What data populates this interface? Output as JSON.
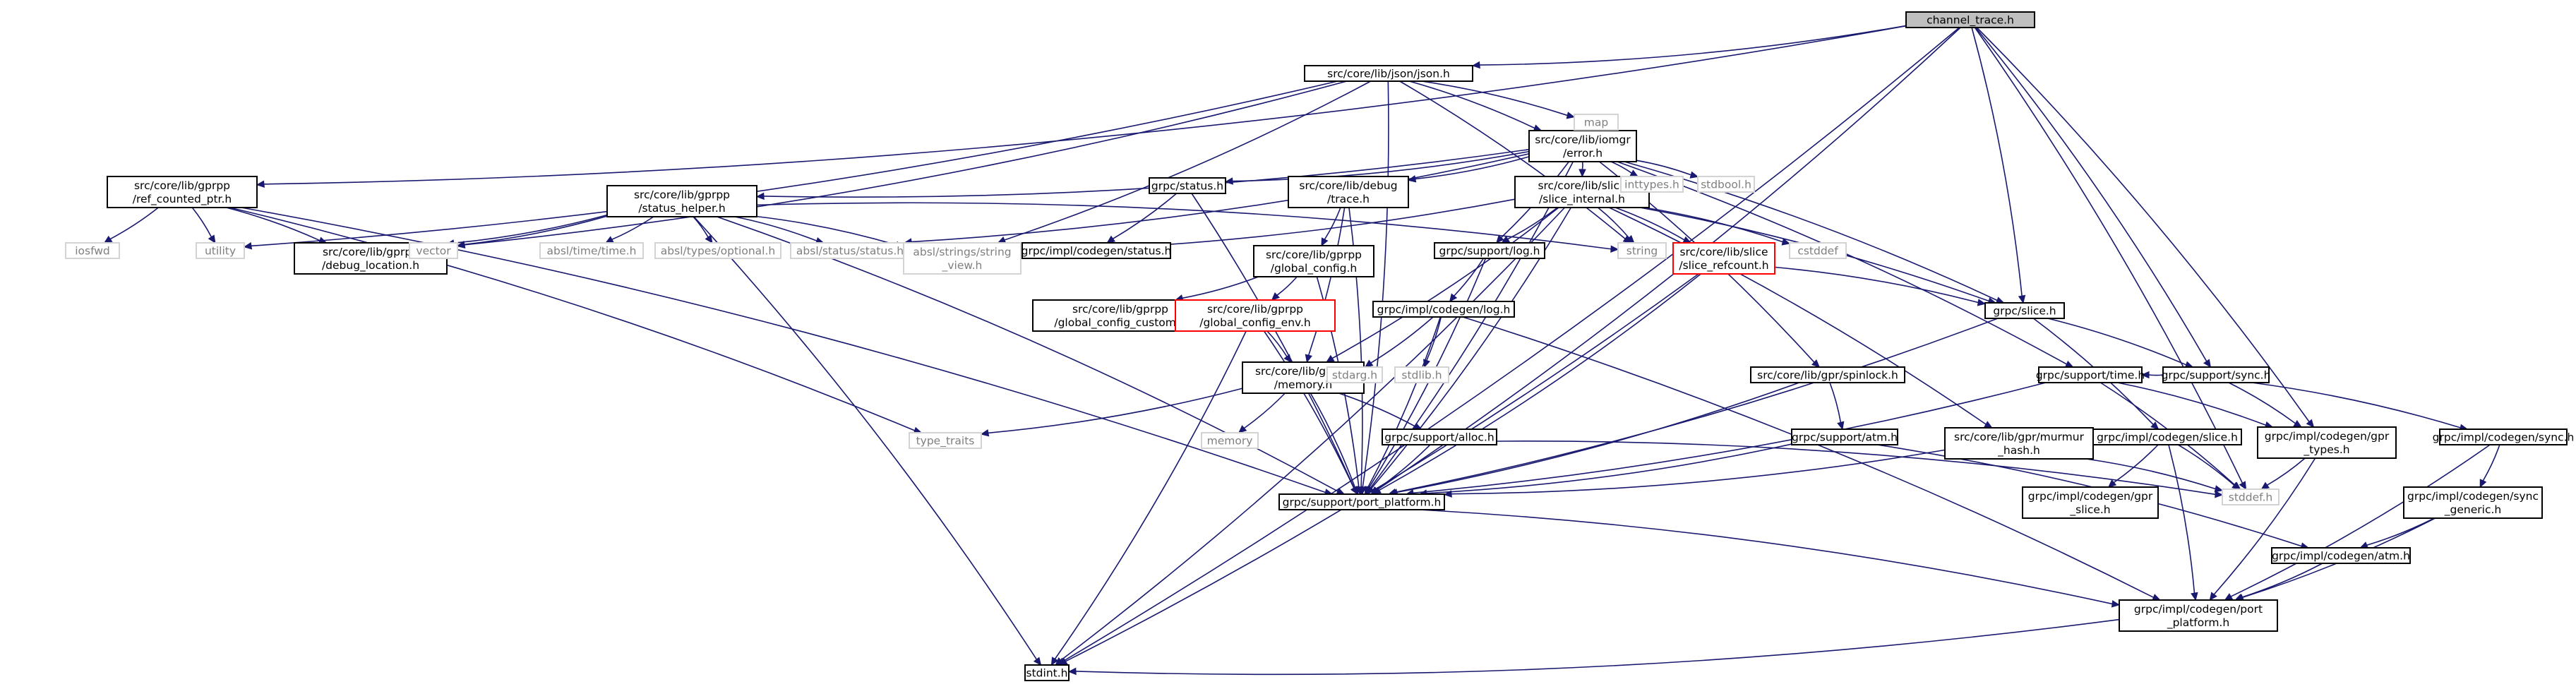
{
  "colors": {
    "edge": "#191970",
    "normal_border": "#000000",
    "root_fill": "#bfbfbf",
    "system_border": "#d3d3d3",
    "system_text": "#7f7f7f",
    "highlight_border": "#ff0000"
  },
  "nodes": [
    {
      "id": "channel_trace",
      "lines": [
        "channel_trace.h"
      ],
      "kind": "root"
    },
    {
      "id": "json",
      "lines": [
        "src/core/lib/json/json.h"
      ],
      "kind": "normal"
    },
    {
      "id": "error",
      "lines": [
        "src/core/lib/iomgr",
        "/error.h"
      ],
      "kind": "normal"
    },
    {
      "id": "map",
      "lines": [
        "map"
      ],
      "kind": "sys"
    },
    {
      "id": "ref_counted_ptr",
      "lines": [
        "src/core/lib/gprpp",
        "/ref_counted_ptr.h"
      ],
      "kind": "normal"
    },
    {
      "id": "iosfwd",
      "lines": [
        "iosfwd"
      ],
      "kind": "sys"
    },
    {
      "id": "utility",
      "lines": [
        "utility"
      ],
      "kind": "sys"
    },
    {
      "id": "debug_location",
      "lines": [
        "src/core/lib/gprpp",
        "/debug_location.h"
      ],
      "kind": "normal"
    },
    {
      "id": "status_helper",
      "lines": [
        "src/core/lib/gprpp",
        "/status_helper.h"
      ],
      "kind": "normal"
    },
    {
      "id": "vector",
      "lines": [
        "vector"
      ],
      "kind": "sys"
    },
    {
      "id": "absl_time",
      "lines": [
        "absl/time/time.h"
      ],
      "kind": "sys"
    },
    {
      "id": "absl_optional",
      "lines": [
        "absl/types/optional.h"
      ],
      "kind": "sys"
    },
    {
      "id": "absl_status",
      "lines": [
        "absl/status/status.h"
      ],
      "kind": "sys"
    },
    {
      "id": "string_view",
      "lines": [
        "absl/strings/string",
        "_view.h"
      ],
      "kind": "sys"
    },
    {
      "id": "grpc_status",
      "lines": [
        "grpc/status.h"
      ],
      "kind": "normal"
    },
    {
      "id": "codegen_status",
      "lines": [
        "grpc/impl/codegen/status.h"
      ],
      "kind": "normal"
    },
    {
      "id": "debug_trace",
      "lines": [
        "src/core/lib/debug",
        "/trace.h"
      ],
      "kind": "normal"
    },
    {
      "id": "global_config",
      "lines": [
        "src/core/lib/gprpp",
        "/global_config.h"
      ],
      "kind": "normal"
    },
    {
      "id": "global_config_custom",
      "lines": [
        "src/core/lib/gprpp",
        "/global_config_custom.h"
      ],
      "kind": "normal"
    },
    {
      "id": "global_config_env",
      "lines": [
        "src/core/lib/gprpp",
        "/global_config_env.h"
      ],
      "kind": "red"
    },
    {
      "id": "memory",
      "lines": [
        "src/core/lib/gprpp",
        "/memory.h"
      ],
      "kind": "normal"
    },
    {
      "id": "memory_std",
      "lines": [
        "memory"
      ],
      "kind": "sys"
    },
    {
      "id": "type_traits",
      "lines": [
        "type_traits"
      ],
      "kind": "sys"
    },
    {
      "id": "slice_internal",
      "lines": [
        "src/core/lib/slice",
        "/slice_internal.h"
      ],
      "kind": "normal"
    },
    {
      "id": "inttypes",
      "lines": [
        "inttypes.h"
      ],
      "kind": "sys"
    },
    {
      "id": "stdbool",
      "lines": [
        "stdbool.h"
      ],
      "kind": "sys"
    },
    {
      "id": "support_log",
      "lines": [
        "grpc/support/log.h"
      ],
      "kind": "normal"
    },
    {
      "id": "string",
      "lines": [
        "string"
      ],
      "kind": "sys"
    },
    {
      "id": "slice_refcount",
      "lines": [
        "src/core/lib/slice",
        "/slice_refcount.h"
      ],
      "kind": "red"
    },
    {
      "id": "cstddef",
      "lines": [
        "cstddef"
      ],
      "kind": "sys"
    },
    {
      "id": "codegen_log",
      "lines": [
        "grpc/impl/codegen/log.h"
      ],
      "kind": "normal"
    },
    {
      "id": "stdarg",
      "lines": [
        "stdarg.h"
      ],
      "kind": "sys"
    },
    {
      "id": "stdlib",
      "lines": [
        "stdlib.h"
      ],
      "kind": "sys"
    },
    {
      "id": "grpc_slice",
      "lines": [
        "grpc/slice.h"
      ],
      "kind": "normal"
    },
    {
      "id": "spinlock",
      "lines": [
        "src/core/lib/gpr/spinlock.h"
      ],
      "kind": "normal"
    },
    {
      "id": "support_atm",
      "lines": [
        "grpc/support/atm.h"
      ],
      "kind": "normal"
    },
    {
      "id": "support_alloc",
      "lines": [
        "grpc/support/alloc.h"
      ],
      "kind": "normal"
    },
    {
      "id": "support_time",
      "lines": [
        "grpc/support/time.h"
      ],
      "kind": "normal"
    },
    {
      "id": "support_sync",
      "lines": [
        "grpc/support/sync.h"
      ],
      "kind": "normal"
    },
    {
      "id": "murmur_hash",
      "lines": [
        "src/core/lib/gpr/murmur",
        "_hash.h"
      ],
      "kind": "normal"
    },
    {
      "id": "codegen_slice",
      "lines": [
        "grpc/impl/codegen/slice.h"
      ],
      "kind": "normal"
    },
    {
      "id": "gpr_types",
      "lines": [
        "grpc/impl/codegen/gpr",
        "_types.h"
      ],
      "kind": "normal"
    },
    {
      "id": "codegen_sync",
      "lines": [
        "grpc/impl/codegen/sync.h"
      ],
      "kind": "normal"
    },
    {
      "id": "port_platform",
      "lines": [
        "grpc/support/port_platform.h"
      ],
      "kind": "normal"
    },
    {
      "id": "gpr_slice",
      "lines": [
        "grpc/impl/codegen/gpr",
        "_slice.h"
      ],
      "kind": "normal"
    },
    {
      "id": "stddef",
      "lines": [
        "stddef.h"
      ],
      "kind": "sys"
    },
    {
      "id": "sync_generic",
      "lines": [
        "grpc/impl/codegen/sync",
        "_generic.h"
      ],
      "kind": "normal"
    },
    {
      "id": "codegen_atm",
      "lines": [
        "grpc/impl/codegen/atm.h"
      ],
      "kind": "normal"
    },
    {
      "id": "codegen_port_platform",
      "lines": [
        "grpc/impl/codegen/port",
        "_platform.h"
      ],
      "kind": "normal"
    },
    {
      "id": "stdint",
      "lines": [
        "stdint.h"
      ],
      "kind": "normal"
    }
  ],
  "edges": [
    [
      "channel_trace",
      "json"
    ],
    [
      "channel_trace",
      "ref_counted_ptr"
    ],
    [
      "channel_trace",
      "port_platform"
    ],
    [
      "channel_trace",
      "stdint"
    ],
    [
      "channel_trace",
      "grpc_slice"
    ],
    [
      "channel_trace",
      "support_sync"
    ],
    [
      "channel_trace",
      "gpr_types"
    ],
    [
      "channel_trace",
      "stddef"
    ],
    [
      "json",
      "error"
    ],
    [
      "json",
      "map"
    ],
    [
      "json",
      "utility"
    ],
    [
      "json",
      "vector"
    ],
    [
      "json",
      "string_view"
    ],
    [
      "json",
      "string"
    ],
    [
      "json",
      "port_platform"
    ],
    [
      "error",
      "status_helper"
    ],
    [
      "error",
      "grpc_status"
    ],
    [
      "error",
      "debug_trace"
    ],
    [
      "error",
      "slice_internal"
    ],
    [
      "error",
      "inttypes"
    ],
    [
      "error",
      "stdbool"
    ],
    [
      "error",
      "support_log"
    ],
    [
      "error",
      "absl_status"
    ],
    [
      "error",
      "grpc_slice"
    ],
    [
      "error",
      "support_time"
    ],
    [
      "error",
      "spinlock"
    ],
    [
      "error",
      "port_platform"
    ],
    [
      "ref_counted_ptr",
      "iosfwd"
    ],
    [
      "ref_counted_ptr",
      "utility"
    ],
    [
      "ref_counted_ptr",
      "debug_location"
    ],
    [
      "ref_counted_ptr",
      "type_traits"
    ],
    [
      "ref_counted_ptr",
      "port_platform"
    ],
    [
      "status_helper",
      "vector"
    ],
    [
      "status_helper",
      "absl_time"
    ],
    [
      "status_helper",
      "absl_optional"
    ],
    [
      "status_helper",
      "absl_status"
    ],
    [
      "status_helper",
      "string_view"
    ],
    [
      "status_helper",
      "debug_location"
    ],
    [
      "status_helper",
      "string"
    ],
    [
      "status_helper",
      "port_platform"
    ],
    [
      "status_helper",
      "stdint"
    ],
    [
      "grpc_status",
      "codegen_status"
    ],
    [
      "grpc_status",
      "port_platform"
    ],
    [
      "debug_trace",
      "global_config"
    ],
    [
      "debug_trace",
      "memory"
    ],
    [
      "debug_trace",
      "port_platform"
    ],
    [
      "global_config",
      "global_config_custom"
    ],
    [
      "global_config",
      "global_config_env"
    ],
    [
      "global_config",
      "port_platform"
    ],
    [
      "global_config_env",
      "memory"
    ],
    [
      "global_config_env",
      "port_platform"
    ],
    [
      "global_config_env",
      "stdint"
    ],
    [
      "memory",
      "memory_std"
    ],
    [
      "memory",
      "type_traits"
    ],
    [
      "memory",
      "support_alloc"
    ],
    [
      "memory",
      "port_platform"
    ],
    [
      "slice_internal",
      "string_view"
    ],
    [
      "slice_internal",
      "string"
    ],
    [
      "slice_internal",
      "slice_refcount"
    ],
    [
      "slice_internal",
      "cstddef"
    ],
    [
      "slice_internal",
      "support_log"
    ],
    [
      "slice_internal",
      "grpc_slice"
    ],
    [
      "slice_internal",
      "murmur_hash"
    ],
    [
      "slice_internal",
      "memory"
    ],
    [
      "slice_internal",
      "port_platform"
    ],
    [
      "slice_internal",
      "stdint"
    ],
    [
      "slice_refcount",
      "grpc_slice"
    ],
    [
      "slice_refcount",
      "port_platform"
    ],
    [
      "slice_refcount",
      "stdint"
    ],
    [
      "support_log",
      "codegen_log"
    ],
    [
      "support_log",
      "port_platform"
    ],
    [
      "codegen_log",
      "stdarg"
    ],
    [
      "codegen_log",
      "stdlib"
    ],
    [
      "codegen_log",
      "port_platform"
    ],
    [
      "codegen_log",
      "codegen_port_platform"
    ],
    [
      "grpc_slice",
      "codegen_slice"
    ],
    [
      "grpc_slice",
      "support_sync"
    ],
    [
      "grpc_slice",
      "port_platform"
    ],
    [
      "spinlock",
      "support_atm"
    ],
    [
      "spinlock",
      "port_platform"
    ],
    [
      "support_atm",
      "codegen_atm"
    ],
    [
      "support_atm",
      "port_platform"
    ],
    [
      "support_alloc",
      "port_platform"
    ],
    [
      "support_alloc",
      "stddef"
    ],
    [
      "support_time",
      "gpr_types"
    ],
    [
      "support_time",
      "port_platform"
    ],
    [
      "support_time",
      "stddef"
    ],
    [
      "support_sync",
      "gpr_types"
    ],
    [
      "support_sync",
      "codegen_sync"
    ],
    [
      "support_sync",
      "support_time"
    ],
    [
      "murmur_hash",
      "port_platform"
    ],
    [
      "murmur_hash",
      "stddef"
    ],
    [
      "codegen_slice",
      "gpr_slice"
    ],
    [
      "codegen_slice",
      "stddef"
    ],
    [
      "codegen_slice",
      "codegen_port_platform"
    ],
    [
      "gpr_types",
      "stddef"
    ],
    [
      "gpr_types",
      "codegen_port_platform"
    ],
    [
      "codegen_sync",
      "sync_generic"
    ],
    [
      "codegen_sync",
      "codegen_port_platform"
    ],
    [
      "sync_generic",
      "codegen_atm"
    ],
    [
      "sync_generic",
      "codegen_port_platform"
    ],
    [
      "codegen_atm",
      "codegen_port_platform"
    ],
    [
      "port_platform",
      "codegen_port_platform"
    ],
    [
      "codegen_port_platform",
      "stdint"
    ]
  ]
}
